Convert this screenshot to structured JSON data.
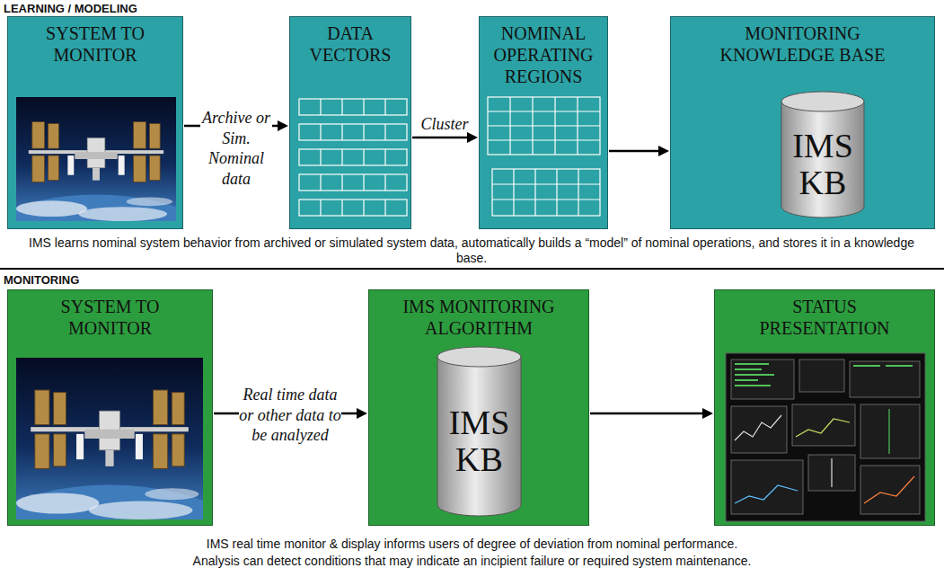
{
  "diagram": {
    "nodes": [
      {
        "text": [
          "SYSTEM TO MONITOR"
        ]
      },
      {
        "text": [
          "DATA VECTORS"
        ]
      },
      {
        "text": [
          "NOMINAL OPERATING REGIONS"
        ]
      },
      {
        "text": [
          "MONITORING KNOWLEDGE BASE"
        ]
      },
      {
        "text": [
          "IMS KB"
        ],
        "in": 3
      },
      {
        "text": [
          "SYSTEM TO MONITOR"
        ]
      },
      {
        "text": [
          "IMS MONITORING ALGORITHM"
        ]
      },
      {
        "text": [
          "IMS KB"
        ],
        "in": 6
      },
      {
        "text": [
          "STATUS PRESENTATION"
        ]
      }
    ],
    "edges": [
      {
        "from": 0,
        "to": 1,
        "arrow": "to",
        "label": "Archive or Sim. Nominal data"
      },
      {
        "from": 1,
        "to": 2,
        "arrow": "to",
        "label": "Cluster"
      },
      {
        "from": 2,
        "to": 3,
        "arrow": "to"
      },
      {
        "from": 5,
        "to": 6,
        "arrow": "to",
        "label": "Real time data or other data to be analyzed"
      },
      {
        "from": 6,
        "to": 8,
        "arrow": "to"
      }
    ],
    "labels": [
      "LEARNING / MODELING",
      "IMS learns nominal system behavior from archived or simulated system data, automatically builds a “model” of nominal operations, and stores it in a knowledge base.",
      "MONITORING",
      "IMS real time monitor & display informs users of degree of deviation from nominal performance.",
      "Analysis can detect conditions that may indicate an incipient failure or required system maintenance."
    ]
  }
}
